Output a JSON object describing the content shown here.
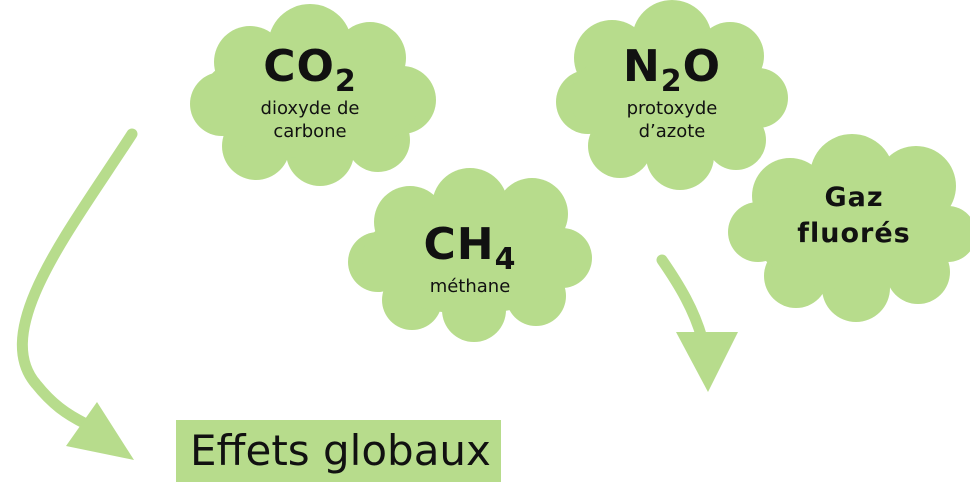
{
  "colors": {
    "cloud": "#b7dc8c",
    "arrow": "#b7dc8c",
    "label_bg": "#b7dc8c",
    "text": "#111111"
  },
  "clouds": {
    "co2": {
      "formula_main": "CO",
      "formula_sub": "2",
      "name_line1": "dioxyde de",
      "name_line2": "carbone"
    },
    "n2o": {
      "formula_a": "N",
      "formula_sub": "2",
      "formula_b": "O",
      "name_line1": "protoxyde",
      "name_line2": "d’azote"
    },
    "ch4": {
      "formula_main": "CH",
      "formula_sub": "4",
      "name_line1": "méthane"
    },
    "gaz": {
      "line1": "Gaz",
      "line2": "fluorés"
    }
  },
  "effets": {
    "label": "Effets globaux"
  }
}
